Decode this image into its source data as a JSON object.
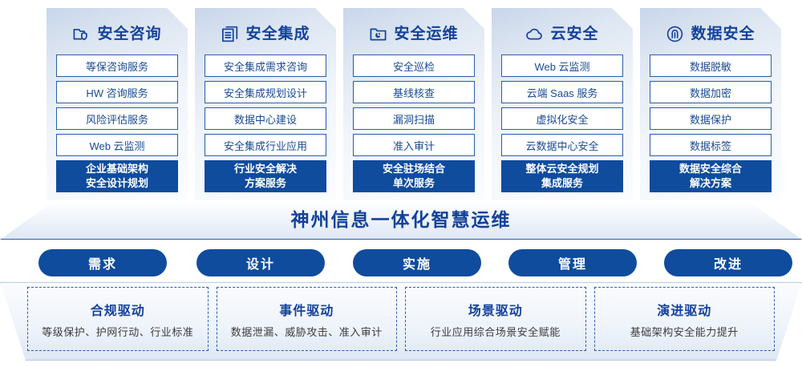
{
  "cards": [
    {
      "icon": "folder-shield-icon",
      "title": "安全咨询",
      "items": [
        "等保咨询服务",
        "HW 咨询服务",
        "风险评估服务",
        "Web 云监测"
      ],
      "footer": [
        "企业基础架构",
        "安全设计规划"
      ]
    },
    {
      "icon": "stacked-documents-icon",
      "title": "安全集成",
      "items": [
        "安全集成需求咨询",
        "安全集成规划设计",
        "数据中心建设",
        "安全集成行业应用"
      ],
      "footer": [
        "行业安全解决",
        "方案服务"
      ]
    },
    {
      "icon": "folder-chart-icon",
      "title": "安全运维",
      "items": [
        "安全巡检",
        "基线核查",
        "漏洞扫描",
        "准入审计"
      ],
      "footer": [
        "安全驻场结合",
        "单次服务"
      ]
    },
    {
      "icon": "cloud-icon",
      "title": "云安全",
      "items": [
        "Web 云监测",
        "云端 Saas 服务",
        "虚拟化安全",
        "云数据中心安全"
      ],
      "footer": [
        "整体云安全规划",
        "集成服务"
      ]
    },
    {
      "icon": "fingerprint-icon",
      "title": "数据安全",
      "items": [
        "数据脱敏",
        "数据加密",
        "数据保护",
        "数据标签"
      ],
      "footer": [
        "数据安全综合",
        "解决方案"
      ]
    }
  ],
  "banner": {
    "title": "神州信息一体化智慧运维"
  },
  "phases": [
    {
      "label": "需求"
    },
    {
      "label": "设计"
    },
    {
      "label": "实施"
    },
    {
      "label": "管理"
    },
    {
      "label": "改进"
    }
  ],
  "drivers": [
    {
      "title": "合规驱动",
      "desc": "等级保护、护网行动、行业标准"
    },
    {
      "title": "事件驱动",
      "desc": "数据泄漏、威胁攻击、准入审计"
    },
    {
      "title": "场景驱动",
      "desc": "行业应用综合场景安全赋能"
    },
    {
      "title": "演进驱动",
      "desc": "基础架构安全能力提升"
    }
  ],
  "colors": {
    "brand_blue": "#0f4c9e",
    "title_blue": "#14429a",
    "border_blue": "#2a5caa",
    "text_gray": "#3c3c3c"
  }
}
